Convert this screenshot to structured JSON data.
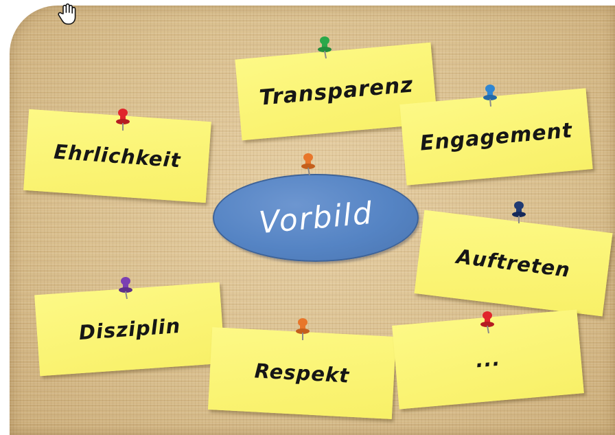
{
  "center": {
    "label": "Vorbild",
    "color": "#5584c4"
  },
  "notes": [
    {
      "label": "Transparenz",
      "pin_color": "#2aa84a"
    },
    {
      "label": "Engagement",
      "pin_color": "#2f86d2"
    },
    {
      "label": "Ehrlichkeit",
      "pin_color": "#e0262c"
    },
    {
      "label": "Auftreten",
      "pin_color": "#1f3a73"
    },
    {
      "label": "Disziplin",
      "pin_color": "#7b3fb2"
    },
    {
      "label": "Respekt",
      "pin_color": "#e8762a"
    },
    {
      "label": "...",
      "pin_color": "#e0262c"
    }
  ],
  "center_pin_color": "#e8762a",
  "note_color": "#fbf572",
  "board_color": "#d9bf8e"
}
